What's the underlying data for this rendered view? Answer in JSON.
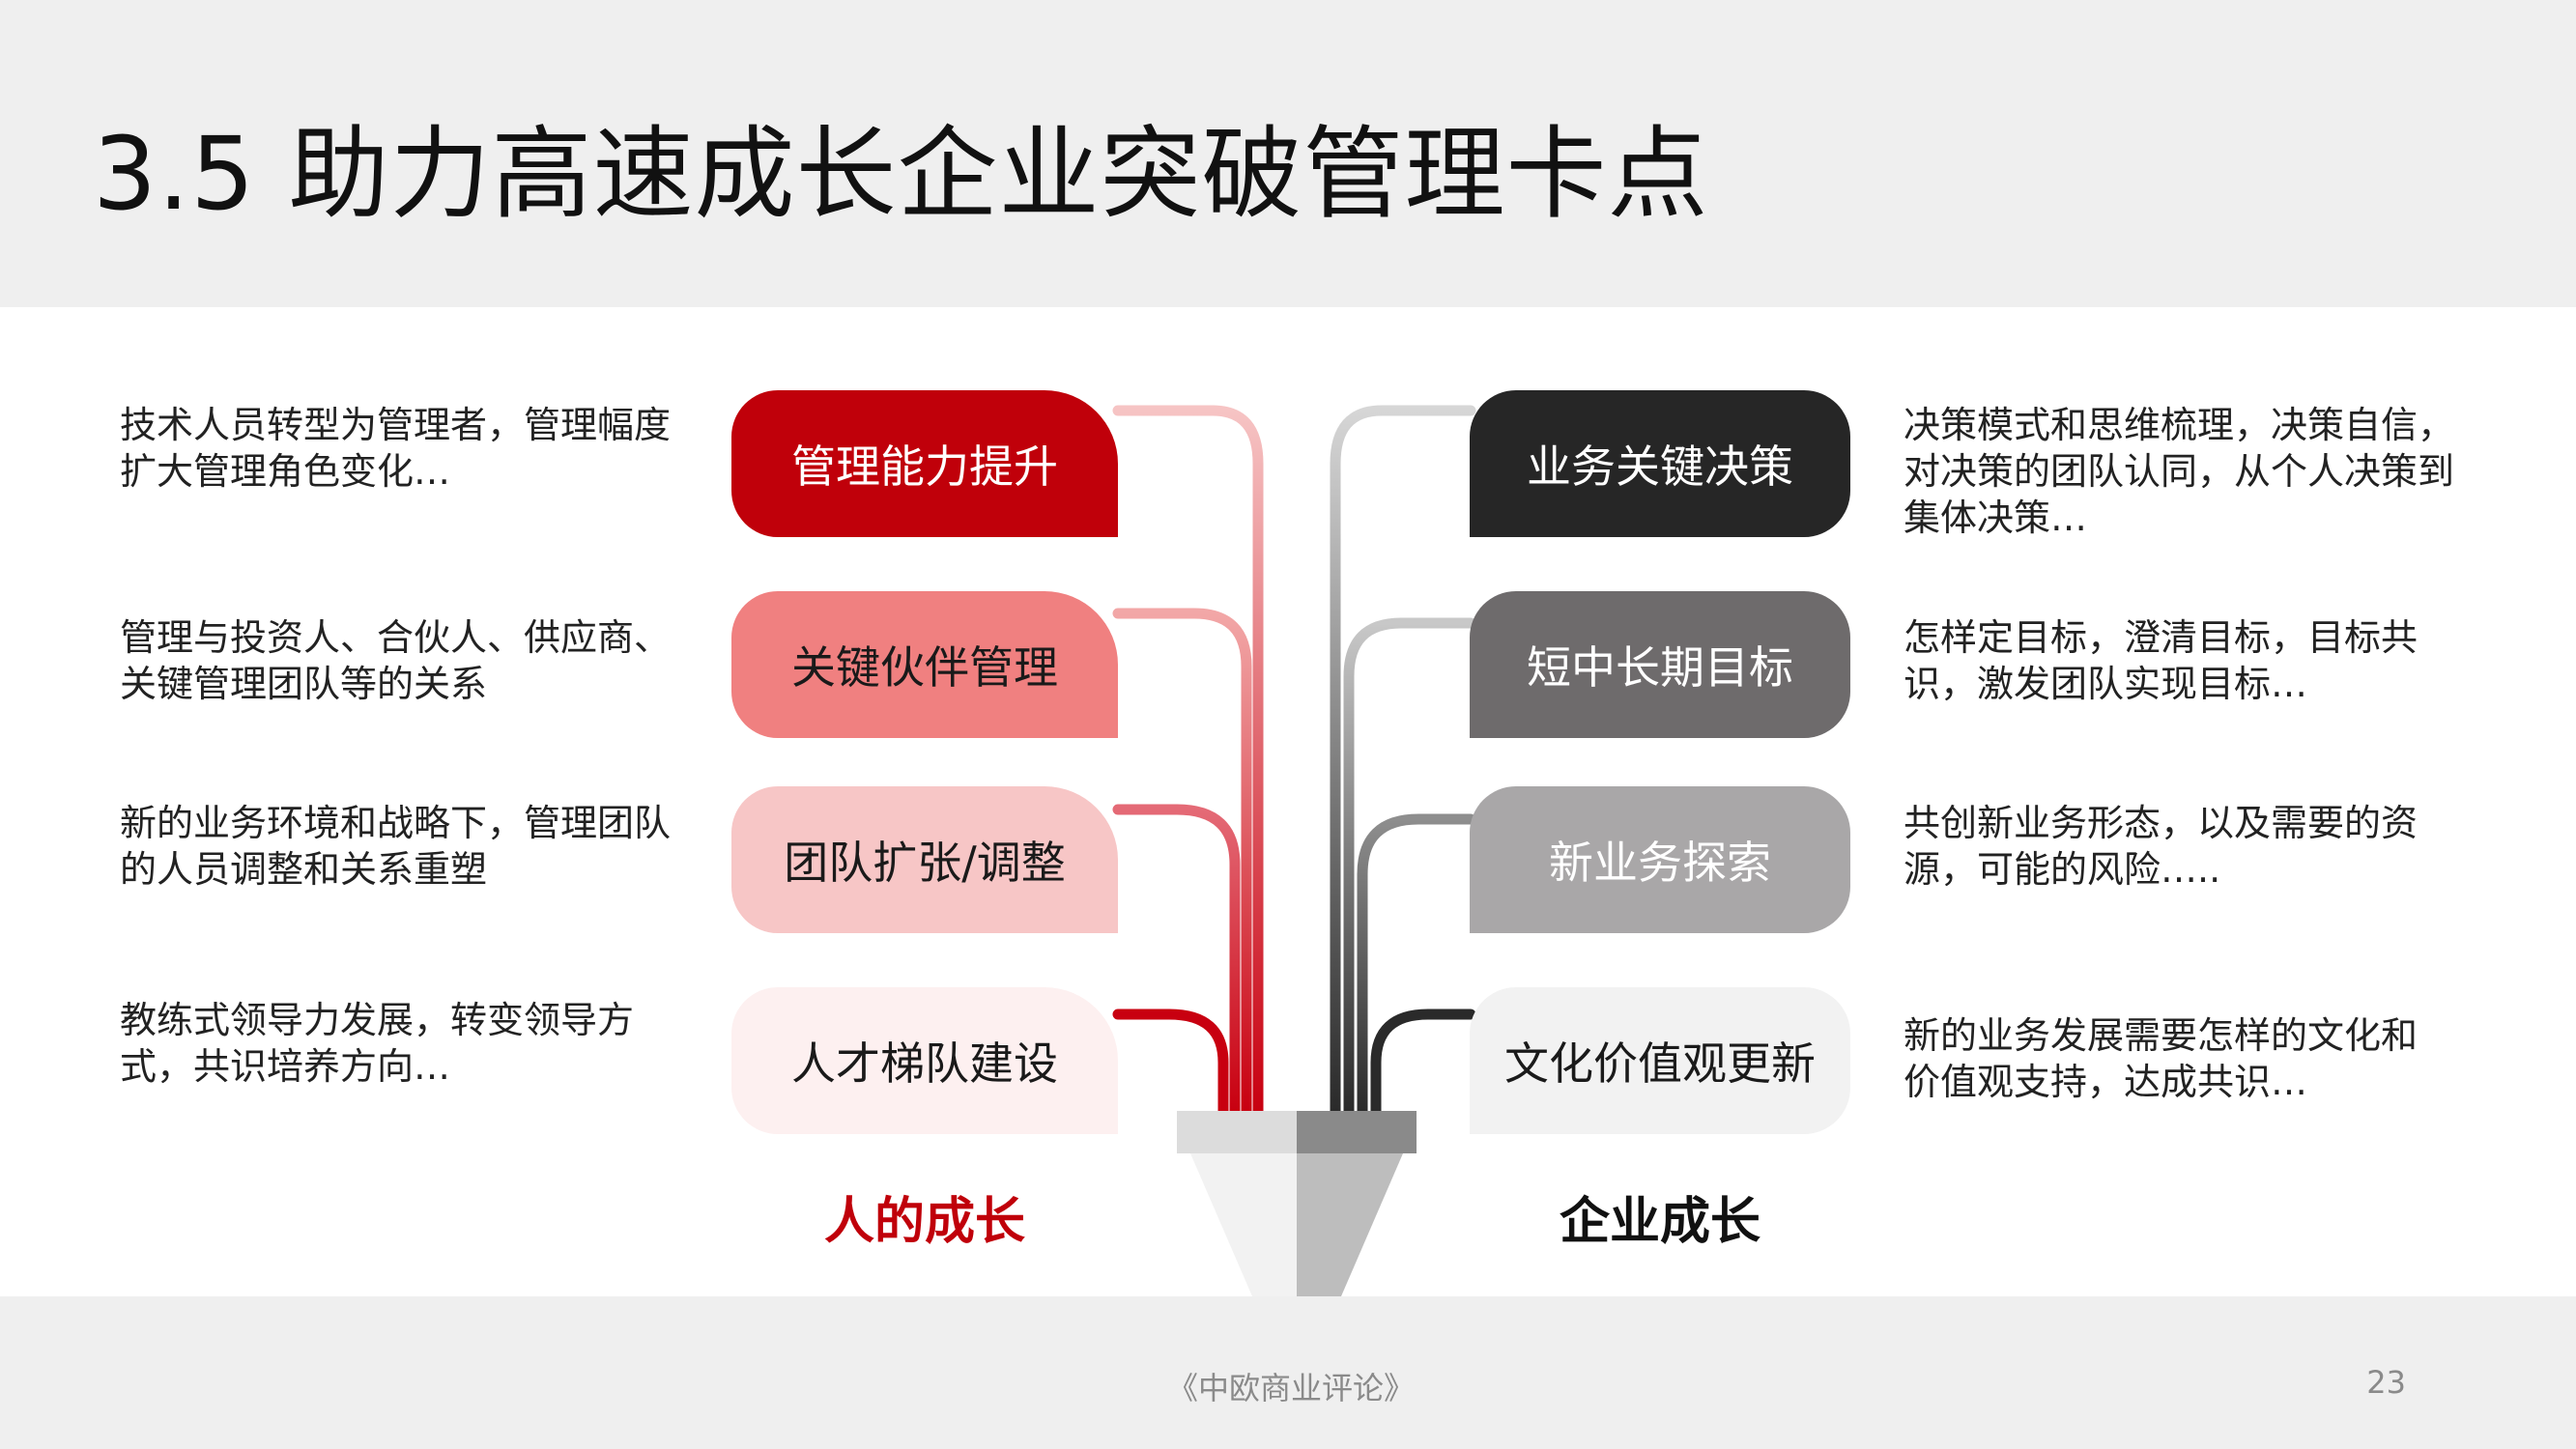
{
  "title": "3.5 助力高速成长企业突破管理卡点",
  "left_branch": {
    "label": "人的成长",
    "label_color": "#c0000a",
    "items": [
      {
        "text": "管理能力提升",
        "color": "#c0000a",
        "text_color": "#ffffff",
        "description": "技术人员转型为管理者，管理幅度扩大管理角色变化…"
      },
      {
        "text": "关键伙伴管理",
        "color": "#f08080",
        "text_color": "#1a1a1a",
        "description": "管理与投资人、合伙人、供应商、关键管理团队等的关系"
      },
      {
        "text": "团队扩张/调整",
        "color": "#f7c6c6",
        "text_color": "#1a1a1a",
        "description": "新的业务环境和战略下，管理团队的人员调整和关系重塑"
      },
      {
        "text": "人才梯队建设",
        "color": "#fdf0f0",
        "text_color": "#1a1a1a",
        "description": "教练式领导力发展，转变领导方式，共识培养方向…"
      }
    ]
  },
  "right_branch": {
    "label": "企业成长",
    "label_color": "#111111",
    "items": [
      {
        "text": "业务关键决策",
        "color": "#262626",
        "text_color": "#ffffff",
        "description": "决策模式和思维梳理，决策自信，对决策的团队认同，从个人决策到集体决策…"
      },
      {
        "text": "短中长期目标",
        "color": "#6e6b6c",
        "text_color": "#ffffff",
        "description": "怎样定目标，澄清目标，目标共识，激发团队实现目标…"
      },
      {
        "text": "新业务探索",
        "color": "#a9a7a8",
        "text_color": "#ffffff",
        "description": "共创新业务形态，以及需要的资源，可能的风险….."
      },
      {
        "text": "文化价值观更新",
        "color": "#f2f2f2",
        "text_color": "#1a1a1a",
        "description": "新的业务发展需要怎样的文化和价值观支持，达成共识…"
      }
    ]
  },
  "footer": {
    "source": "《中欧商业评论》",
    "page_number": "23"
  }
}
